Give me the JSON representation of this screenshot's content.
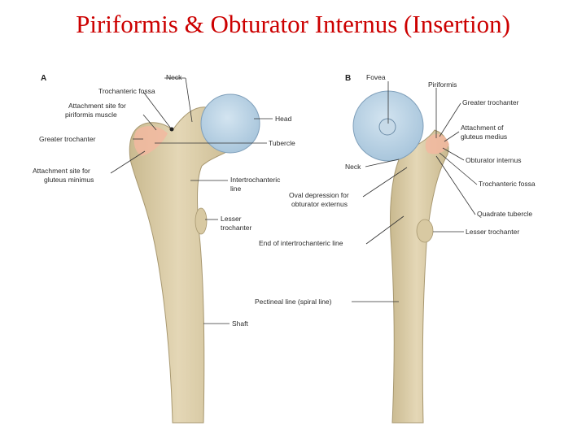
{
  "slide": {
    "title": "Piriformis & Obturator Internus (Insertion)",
    "title_color": "#cc0000"
  },
  "figure": {
    "panel_a": {
      "letter": "A",
      "labels": {
        "neck": "Neck",
        "trochanteric_fossa": "Trochanteric fossa",
        "attach_piriformis_1": "Attachment site for",
        "attach_piriformis_2": "piriformis muscle",
        "greater_trochanter": "Greater trochanter",
        "attach_gluteus_minimus_1": "Attachment site for",
        "attach_gluteus_minimus_2": "gluteus minimus",
        "head": "Head",
        "tubercle": "Tubercle",
        "intertrochanteric_line_1": "Intertrochanteric",
        "intertrochanteric_line_2": "line",
        "lesser_trochanter_1": "Lesser",
        "lesser_trochanter_2": "trochanter",
        "shaft": "Shaft"
      }
    },
    "panel_b": {
      "letter": "B",
      "labels": {
        "fovea": "Fovea",
        "piriformis": "Piriformis",
        "greater_trochanter": "Greater trochanter",
        "attach_gluteus_medius_1": "Attachment of",
        "attach_gluteus_medius_2": "gluteus medius",
        "obturator_internus": "Obturator internus",
        "neck": "Neck",
        "trochanteric_fossa": "Trochanteric fossa",
        "oval_depression_1": "Oval depression for",
        "oval_depression_2": "obturator externus",
        "quadrate_tubercle": "Quadrate tubercle",
        "lesser_trochanter": "Lesser trochanter",
        "end_intertrochanteric": "End of intertrochanteric line",
        "pectineal_line": "Pectineal line (spiral line)"
      }
    },
    "colors": {
      "bone": "#e4d7b6",
      "bone_shade": "#c9b98f",
      "cartilage": "#a9c6dc",
      "cartilage_edge": "#7f9fba",
      "attachment": "#f2b8a0"
    }
  }
}
